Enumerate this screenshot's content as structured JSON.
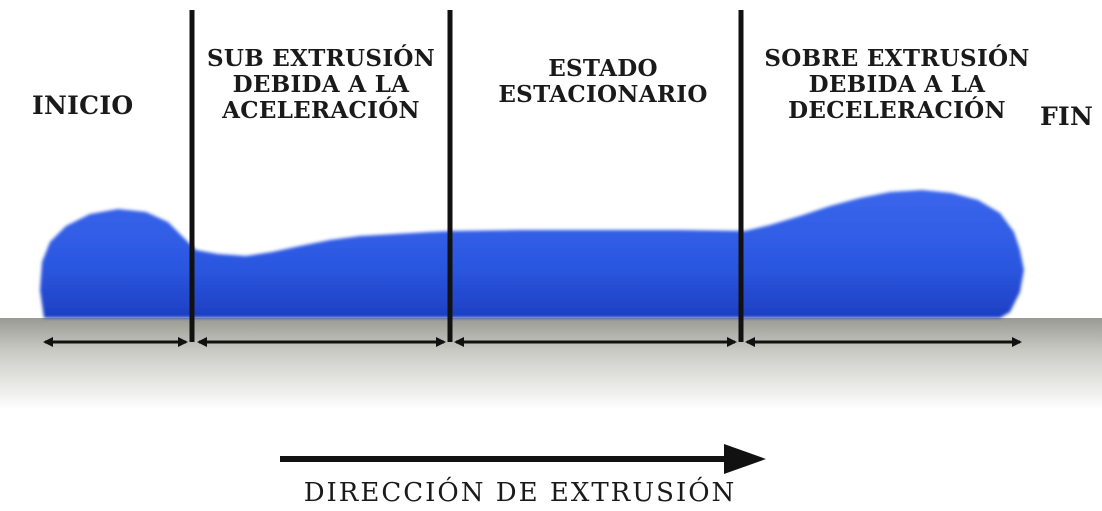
{
  "sections": [
    {
      "id": "inicio",
      "lines": [
        "INICIO"
      ]
    },
    {
      "id": "sub",
      "lines": [
        "SUB EXTRUSIÓN",
        "DEBIDA A LA",
        "ACELERACIÓN"
      ]
    },
    {
      "id": "estado",
      "lines": [
        "ESTADO",
        "ESTACIONARIO"
      ]
    },
    {
      "id": "sobre",
      "lines": [
        "SOBRE EXTRUSIÓN",
        "DEBIDA A LA",
        "DECELERACIÓN"
      ]
    },
    {
      "id": "fin",
      "lines": [
        "FIN"
      ]
    }
  ],
  "direction": {
    "label": "DIRECCIÓN DE EXTRUSIÓN"
  },
  "colors": {
    "bead": "#2b57e0",
    "bead_dark": "#1d3fc2",
    "substrate_top": "#9a9a94",
    "substrate_bottom": "#ffffff",
    "lines": "#111111"
  }
}
